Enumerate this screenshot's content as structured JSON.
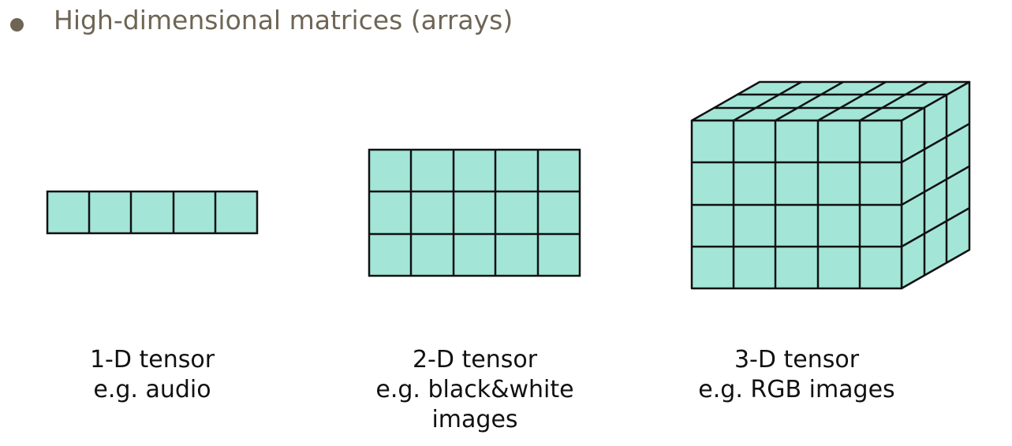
{
  "heading": "High-dimensional matrices (arrays)",
  "colors": {
    "cell_fill": "#a3e6d8",
    "line": "#111111",
    "heading": "#6e6555"
  },
  "tensors": [
    {
      "dims": "1-D",
      "shape": [
        1,
        5
      ],
      "caption_line1": "1-D tensor",
      "caption_line2": "e.g. audio",
      "caption_line3": ""
    },
    {
      "dims": "2-D",
      "shape": [
        3,
        5
      ],
      "caption_line1": "2-D tensor",
      "caption_line2": "e.g. black&white",
      "caption_line3": "images"
    },
    {
      "dims": "3-D",
      "shape": [
        4,
        5,
        3
      ],
      "caption_line1": "3-D tensor",
      "caption_line2": "e.g. RGB images",
      "caption_line3": ""
    }
  ]
}
